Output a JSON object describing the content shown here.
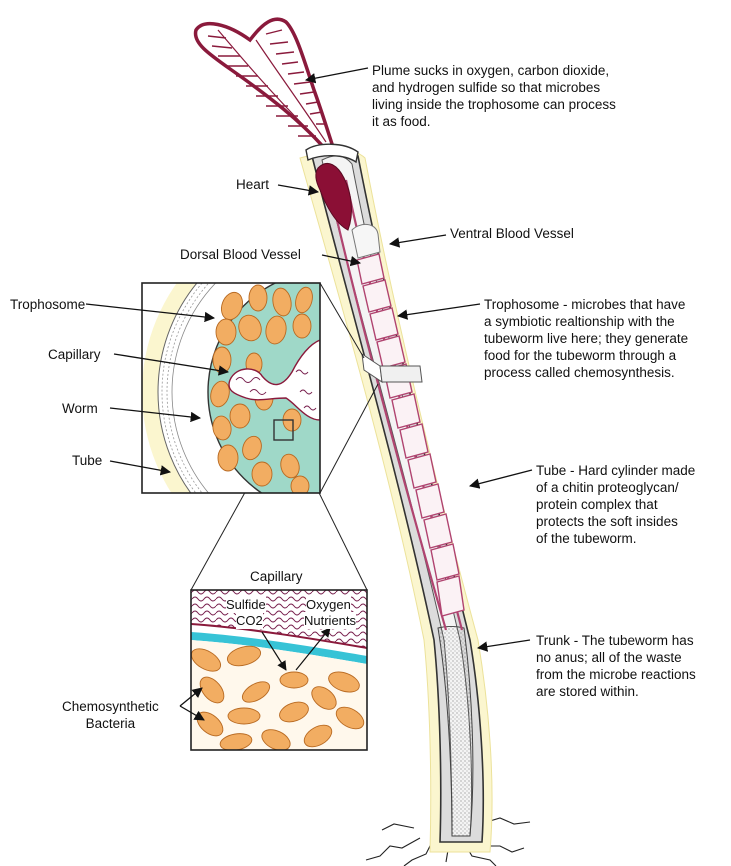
{
  "labels": {
    "plume": [
      "Plume sucks in oxygen, carbon dioxide,",
      "and hydrogen sulfide so that microbes",
      "living inside the trophosome can process",
      "it as food."
    ],
    "heart": "Heart",
    "ventral": "Ventral Blood Vessel",
    "dorsal": "Dorsal Blood Vessel",
    "trophosome_inset": "Trophosome",
    "capillary_inset": "Capillary",
    "worm": "Worm",
    "tube_inset": "Tube",
    "trophosome_desc": [
      "Trophosome - microbes that have",
      "a symbiotic realtionship with the",
      "tubeworm live here; they generate",
      "food for the tubeworm through a",
      "process called chemosynthesis."
    ],
    "tube_desc": [
      "Tube - Hard cylinder made",
      "of a chitin proteoglycan/",
      "protein complex that",
      "protects the soft insides",
      "of the tubeworm."
    ],
    "trunk_desc": [
      "Trunk - The tubeworm has",
      "no anus; all of the waste",
      "from the microbe reactions",
      "are stored within."
    ],
    "capillary_title": "Capillary",
    "sulfide": "Sulfide",
    "co2": "CO2",
    "oxygen": "Oxygen",
    "nutrients": "Nutrients",
    "chemo": [
      "Chemosynthetic",
      "Bacteria"
    ]
  },
  "colors": {
    "plume": "#8a1a3c",
    "heart": "#8b0f35",
    "vessel": "#b04470",
    "tube_glow": "#fbf6cf",
    "bacteria": "#f2ad62",
    "bacteria_edge": "#b86a22",
    "capillary_fluid": "#37c3d6",
    "inset_bg": "#9fd8c8"
  }
}
